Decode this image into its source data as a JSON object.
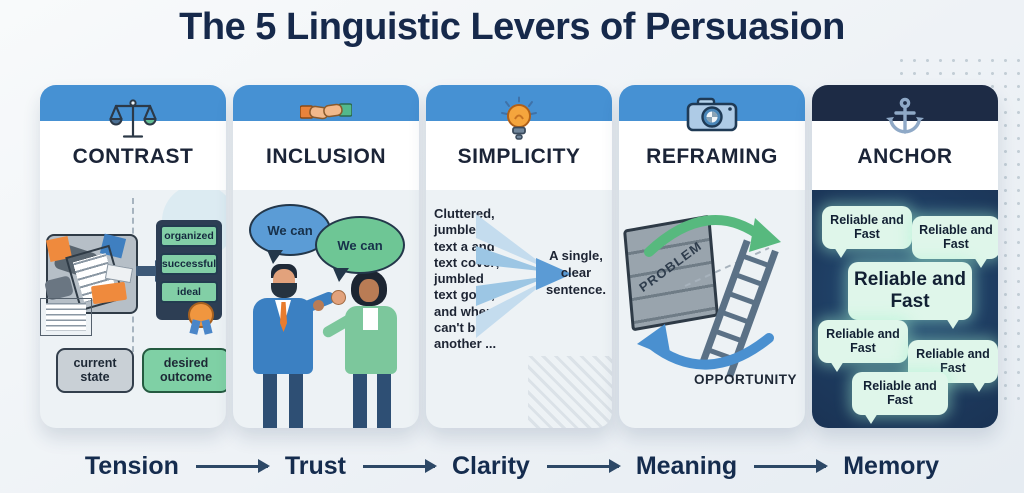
{
  "title": "The 5 Linguistic Levers of Persuasion",
  "cards": [
    {
      "title": "CONTRAST",
      "icon": "balance-scale",
      "before_label": "current state",
      "after_label": "desired outcome",
      "stack": [
        "organized",
        "successful",
        "ideal"
      ]
    },
    {
      "title": "INCLUSION",
      "icon": "handshake",
      "bubble_left": "We can",
      "bubble_right": "We can"
    },
    {
      "title": "SIMPLICITY",
      "icon": "lightbulb",
      "cluttered_text": "Cluttered,\njumbled\ntext a and\ntext cover;\njumbled\ntext goes,\nand wher\ncan't be\nanother ...",
      "clear_text": "A single,\nclear\nsentence."
    },
    {
      "title": "REFRAMING",
      "icon": "camera",
      "wall_label": "PROBLEM",
      "result_label": "OPPORTUNITY"
    },
    {
      "title": "ANCHOR",
      "icon": "anchor",
      "bubbles": [
        "Reliable and Fast",
        "Reliable and Fast",
        "Reliable and Fast",
        "Reliable and Fast",
        "Reliable and Fast",
        "Reliable and Fast"
      ]
    }
  ],
  "flow_labels": [
    "Tension",
    "Trust",
    "Clarity",
    "Meaning",
    "Memory"
  ],
  "colors": {
    "header_blue": "#4691d3",
    "header_navy": "#1d2b45",
    "anchor_body_navy": "#1d3a5e",
    "accent_green": "#6ec695",
    "accent_blue": "#5b9cd6",
    "mint_bubble": "#dff6ea",
    "title_navy": "#16294b"
  }
}
